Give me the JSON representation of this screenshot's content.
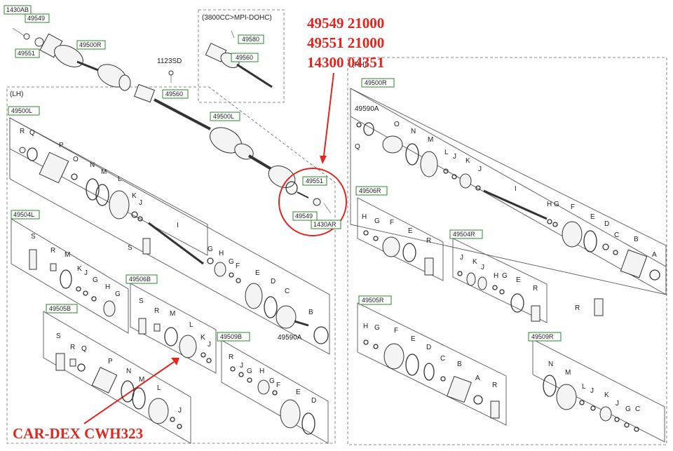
{
  "callouts": {
    "part_numbers": [
      "49549 21000",
      "49551 21000",
      "14300 04351"
    ],
    "brand_label": "CAR-DEX CWH323",
    "color": "#e0261f"
  },
  "section_labels": {
    "lh": "(LH)",
    "rh": "(RH)",
    "engine_variant": "(3800CC>MPI-DOHC)"
  },
  "boxed_labels": {
    "b1430ab": "1430AB",
    "b49549_top": "49549",
    "b49551_top": "49551",
    "b49500r_top": "49500R",
    "b49580": "49580",
    "b49560": "49560",
    "b49560_main": "49560",
    "b49500l_center": "49500L",
    "b49500l_lh": "49500L",
    "b49551_c": "49551",
    "b49549_c": "49549",
    "b1430ar": "1430AR",
    "b49504l": "49504L",
    "b49506b": "49506B",
    "b49505b": "49505B",
    "b49509b": "49509B",
    "b49500r_rh": "49500R",
    "b49506r": "49506R",
    "b49504r": "49504R",
    "b49505r": "49505R",
    "b49509r": "49509R"
  },
  "plain_labels": {
    "bolt_1123sd": "1123SD",
    "p49590a_lh": "49590A",
    "p49590a_rh": "49590A"
  },
  "letter_labels": [
    "A",
    "B",
    "C",
    "D",
    "E",
    "F",
    "G",
    "H",
    "I",
    "J",
    "K",
    "L",
    "M",
    "N",
    "O",
    "P",
    "Q",
    "R",
    "S"
  ]
}
